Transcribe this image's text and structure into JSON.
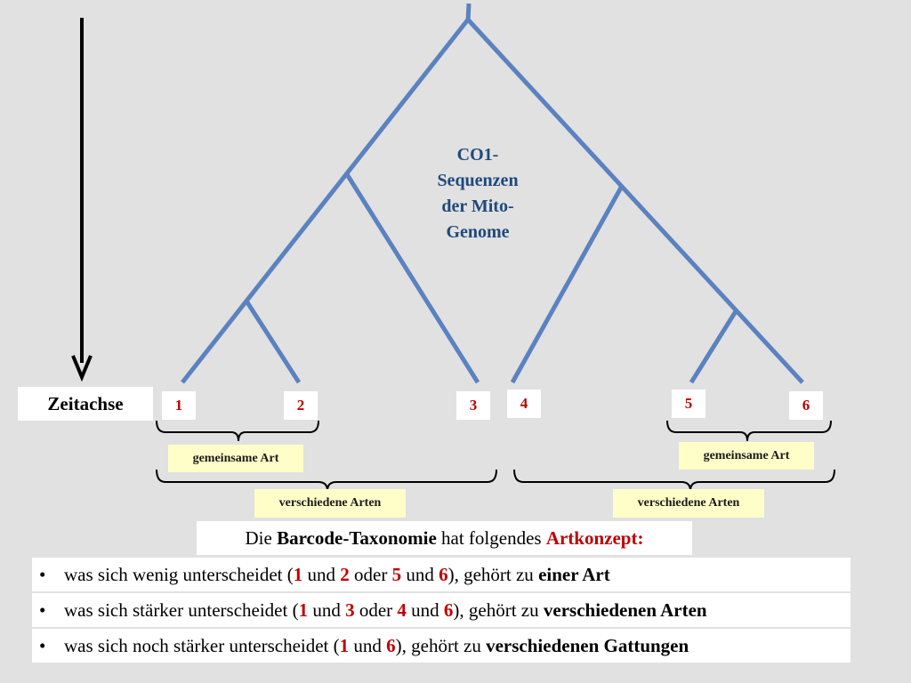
{
  "colors": {
    "tree": "#5b82c0",
    "accent": "#c00000",
    "label_bg": "#fffdc8",
    "title": "#1f497d"
  },
  "tree_label": [
    "CO1-",
    "Sequenzen",
    "der Mito-",
    "Genome"
  ],
  "time_axis_label": "Zeitachse",
  "leaves": [
    "1",
    "2",
    "3",
    "4",
    "5",
    "6"
  ],
  "group_labels": {
    "shared_left": "gemeinsame Art",
    "shared_right": "gemeinsame Art",
    "different_left": "verschiedene Arten",
    "different_right": "verschiedene Arten"
  },
  "heading": {
    "pre": "Die ",
    "bold": "Barcode-Taxonomie",
    "mid": " hat folgendes ",
    "red": "Artkonzept:"
  },
  "bullets": [
    {
      "marker": "•",
      "t1": "was sich wenig unterscheidet (",
      "n1": "1",
      "t2": " und ",
      "n2": "2",
      "t3": " oder ",
      "n3": "5",
      "t4": " und ",
      "n4": "6",
      "t5": "), gehört zu ",
      "end": "einer Art"
    },
    {
      "marker": "•",
      "t1": "was sich stärker unterscheidet (",
      "n1": "1",
      "t2": " und ",
      "n2": "3",
      "t3": " oder ",
      "n3": "4",
      "t4": " und ",
      "n4": "6",
      "t5": "), gehört zu ",
      "end": "verschiedenen Arten"
    },
    {
      "marker": "•",
      "t1": "was sich noch stärker unterscheidet (",
      "n1": "1",
      "t2": " und ",
      "n2": "6",
      "t5": "), gehört zu ",
      "end": "verschiedenen Gattungen"
    }
  ]
}
